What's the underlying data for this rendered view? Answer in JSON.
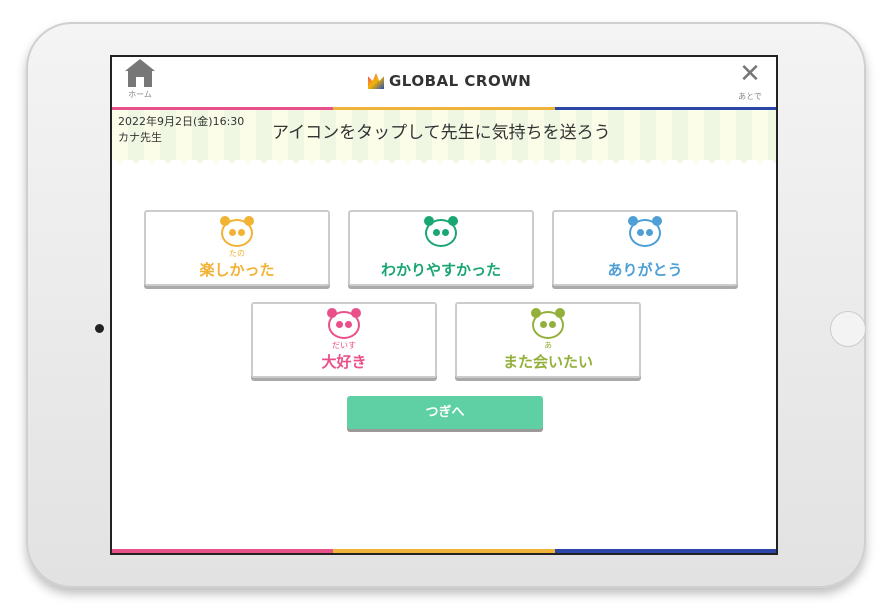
{
  "header": {
    "home_label": "ホーム",
    "brand": "GLOBAL CROWN",
    "close_label": "あとで"
  },
  "lesson": {
    "datetime": "2022年9月2日(金)16:30",
    "teacher": "カナ先生"
  },
  "prompt": "アイコンをタップして先生に気持ちを送ろう",
  "feelings": [
    {
      "ruby": "たの",
      "label": "楽しかった",
      "color": "#f2b233"
    },
    {
      "ruby": "",
      "label": "わかりやすかった",
      "color": "#1aa673"
    },
    {
      "ruby": "",
      "label": "ありがとう",
      "color": "#4d9fd6"
    },
    {
      "ruby": "だいす",
      "label": "大好き",
      "color": "#e9508a"
    },
    {
      "ruby": "あ",
      "label": "また会いたい",
      "color": "#93b13a"
    }
  ],
  "next_label": "つぎへ",
  "colors": {
    "pink": "#e8518a",
    "orange": "#f0b33a",
    "blue": "#2a47a8"
  }
}
